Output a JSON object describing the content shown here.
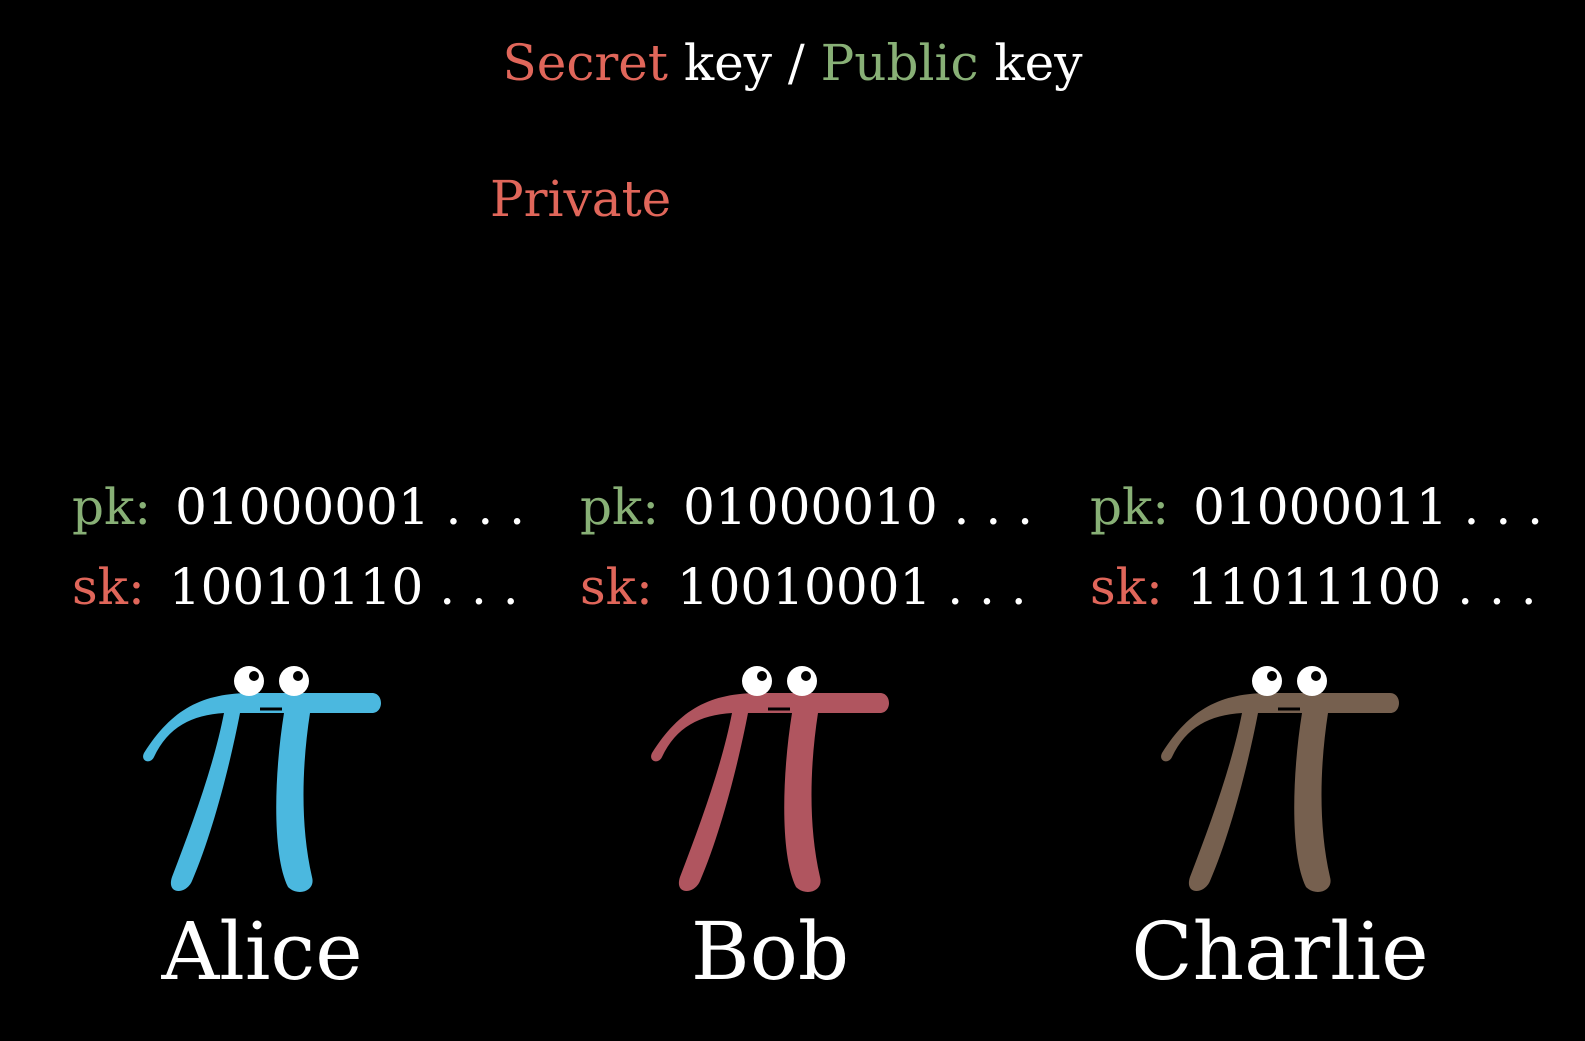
{
  "title": {
    "secret": "Secret",
    "key1": " key / ",
    "public": "Public",
    "key2": " key"
  },
  "private_label": "Private",
  "colors": {
    "secret": "#e0665a",
    "public": "#88b076",
    "white": "#ffffff",
    "alice": "#4bb8df",
    "bob": "#b0555f",
    "charlie": "#76604f"
  },
  "characters": [
    {
      "name": "Alice",
      "pk_label": "pk:",
      "pk": "01000001 . . .",
      "sk_label": "sk:",
      "sk": "10010110 . . .",
      "color": "#4bb8df",
      "icon": "pi-creature-icon"
    },
    {
      "name": "Bob",
      "pk_label": "pk:",
      "pk": "01000010 . . .",
      "sk_label": "sk:",
      "sk": "10010001 . . .",
      "color": "#b0555f",
      "icon": "pi-creature-icon"
    },
    {
      "name": "Charlie",
      "pk_label": "pk:",
      "pk": "01000011 . . .",
      "sk_label": "sk:",
      "sk": "11011100 . . .",
      "color": "#76604f",
      "icon": "pi-creature-icon"
    }
  ]
}
